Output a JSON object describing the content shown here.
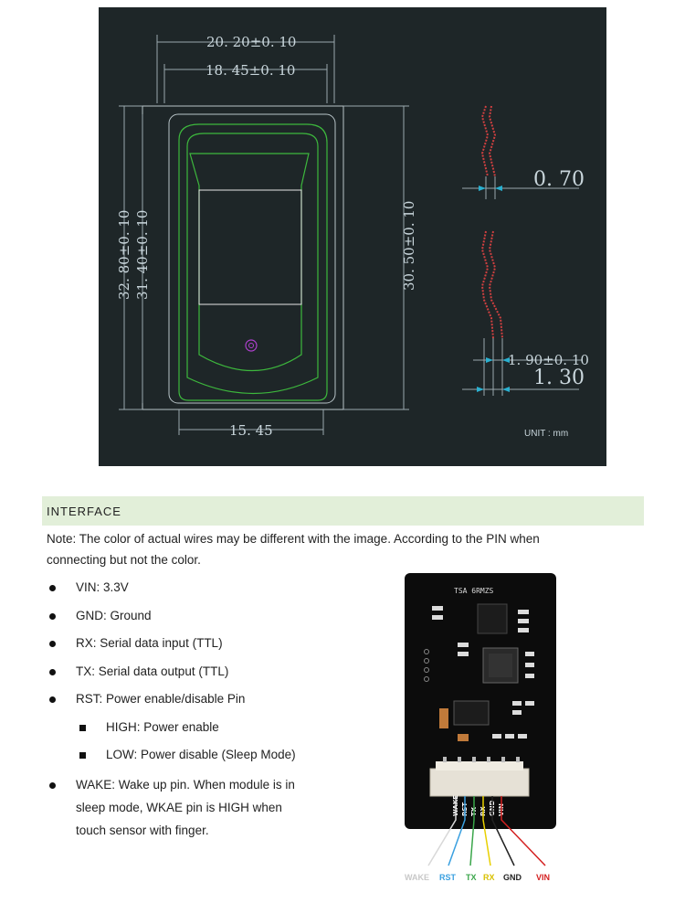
{
  "drawing": {
    "dims": {
      "outer_width": "20. 20±0. 10",
      "inner_width": "18. 45±0. 10",
      "outer_height": "32. 80±0. 10",
      "inner_height": "31. 40±0. 10",
      "side_height": "30. 50±0. 10",
      "bottom_width": "15. 45",
      "thickness_top": "0. 70",
      "thickness_step": "1. 90±0. 10",
      "thickness_total": "1. 30"
    },
    "unit": "UNIT : mm"
  },
  "interface": {
    "title": "INTERFACE",
    "note_line1": "Note: The color of actual wires may be different with the image. According to the PIN when",
    "note_line2": "connecting but not the color.",
    "pins": {
      "vin": "VIN: 3.3V",
      "gnd": "GND: Ground",
      "rx": "RX: Serial data input (TTL)",
      "tx": "TX: Serial data output (TTL)",
      "rst": "RST: Power enable/disable Pin",
      "rst_high": "HIGH: Power enable",
      "rst_low": "LOW: Power disable (Sleep Mode)",
      "wake_line1": "WAKE: Wake up pin. When module is in",
      "wake_line2": "sleep mode, WKAE pin is HIGH when",
      "wake_line3": "touch sensor with finger."
    }
  },
  "module": {
    "top_label": "TSA 6RMZS",
    "pin_labels": [
      "WAKE",
      "RST",
      "TX",
      "RX",
      "GND",
      "VIN"
    ],
    "wire_labels": {
      "wake": "WAKE",
      "rst": "RST",
      "tx": "TX",
      "rx": "RX",
      "gnd": "GND",
      "vin": "VIN"
    },
    "wire_colors": {
      "wake": "#d8d8d8",
      "rst": "#3aa0e0",
      "tx": "#3aa64a",
      "rx": "#e8d000",
      "gnd": "#222222",
      "vin": "#d42020"
    }
  }
}
